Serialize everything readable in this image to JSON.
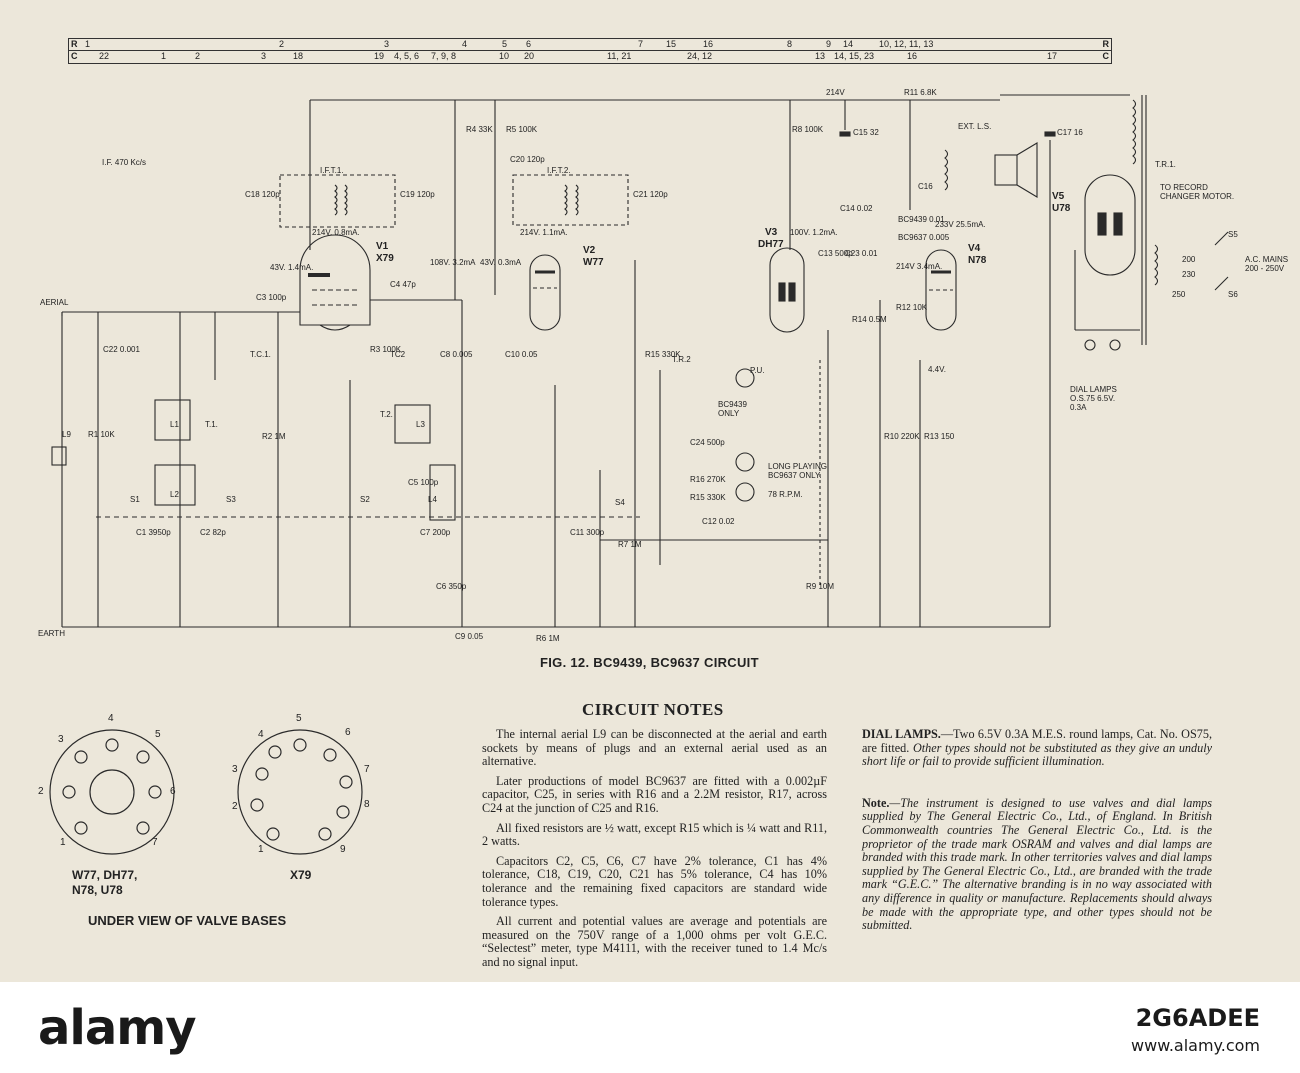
{
  "ref_bar": {
    "row1_label": "R",
    "row2_label": "C",
    "row1": [
      {
        "t": "1"
      },
      {
        "t": "2"
      },
      {
        "t": "3"
      },
      {
        "t": "4"
      },
      {
        "t": "5"
      },
      {
        "t": "6"
      },
      {
        "t": "7"
      },
      {
        "t": "15"
      },
      {
        "t": "16"
      },
      {
        "t": "8"
      },
      {
        "t": "9"
      },
      {
        "t": "14"
      },
      {
        "t": "10, 12, 11, 13"
      }
    ],
    "row2": [
      {
        "t": "22"
      },
      {
        "t": "1"
      },
      {
        "t": "2"
      },
      {
        "t": "3"
      },
      {
        "t": "18"
      },
      {
        "t": "19"
      },
      {
        "t": "4, 5, 6"
      },
      {
        "t": "7, 9, 8"
      },
      {
        "t": "10"
      },
      {
        "t": "20"
      },
      {
        "t": "11, 21"
      },
      {
        "t": "24, 12"
      },
      {
        "t": "13"
      },
      {
        "t": "14, 15, 23"
      },
      {
        "t": "16"
      },
      {
        "t": "17"
      }
    ]
  },
  "schematic": {
    "if_label": "I.F. 470 Kc/s",
    "aerial": "AERIAL",
    "earth": "EARTH",
    "ift1": "I.F.T.1.",
    "ift2": "I.F.T.2.",
    "tr1": "T.R.1.",
    "tr2": "T.R.2",
    "ext_ls": "EXT. L.S.",
    "record_changer": "TO RECORD CHANGER MOTOR.",
    "ac_mains": "A.C. MAINS 200 - 250V",
    "dial_lamps": "DIAL LAMPS O.S.75 6.5V. 0.3A",
    "long_playing": "LONG PLAYING BC9637 ONLY.",
    "rpm78": "78 R.P.M.",
    "bc9439_only": "BC9439 ONLY",
    "pu": "P.U.",
    "valves": [
      {
        "id": "V1",
        "type": "X79"
      },
      {
        "id": "V2",
        "type": "W77"
      },
      {
        "id": "V3",
        "type": "DH77"
      },
      {
        "id": "V4",
        "type": "N78"
      },
      {
        "id": "V5",
        "type": "U78"
      }
    ],
    "components": [
      "C18 120p",
      "C19 120p",
      "C20 120p",
      "C21 120p",
      "C3 100p",
      "C4 47p",
      "C22 0.001",
      "R4 33K",
      "R5 100K",
      "R8 100K",
      "C15 32",
      "C17 16",
      "R11 6.8K",
      "C16",
      "BC9439 0.01",
      "BC9637 0.005",
      "C14 0.02",
      "C13 500p",
      "C23 0.01",
      "R14 0.5M",
      "R12 10K",
      "R3 100K",
      "TC2",
      "C8 0.005",
      "C10 0.05",
      "R15 330K",
      "R1 10K",
      "L9",
      "R2 1M",
      "T.C.1.",
      "L1",
      "T.1.",
      "L2",
      "L3",
      "T.2.",
      "C5 100p",
      "L4",
      "S1",
      "S2",
      "S3",
      "S4",
      "S5",
      "S6",
      "C1 3950p",
      "C2 82p",
      "C7 200p",
      "C6 350p",
      "C9 0.05",
      "R6 1M",
      "C11 300p",
      "R7 1M",
      "C12 0.02",
      "C24 500p",
      "R16 270K",
      "R15 330K",
      "R9 10M",
      "R10 220K",
      "R13 150",
      "214V",
      "214V. 0.8mA.",
      "108V. 3.2mA",
      "43V. 1.4mA.",
      "214V. 1.1mA.",
      "43V. 0.3mA",
      "100V. 1.2mA.",
      "233V 25.5mA.",
      "214V 3.4mA.",
      "4.4V.",
      "200",
      "230",
      "250"
    ]
  },
  "figure_caption": "FIG. 12.  BC9439, BC9637 CIRCUIT",
  "valve_bases": {
    "left_label": "W77, DH77, N78, U78",
    "right_label": "X79",
    "caption": "UNDER VIEW OF VALVE BASES",
    "left_pins": [
      "1",
      "2",
      "3",
      "4",
      "5",
      "6",
      "7"
    ],
    "right_pins": [
      "1",
      "2",
      "3",
      "4",
      "5",
      "6",
      "7",
      "8",
      "9"
    ]
  },
  "notes": {
    "heading": "CIRCUIT NOTES",
    "paragraphs": [
      "The internal aerial L9 can be disconnected at the aerial and earth sockets by means of plugs and an external aerial used as an alternative.",
      "Later productions of model BC9637 are fitted with a 0.002µF capacitor, C25, in series with R16 and a 2.2M resistor, R17, across C24 at the junction of C25 and R16.",
      "All fixed resistors are ½ watt, except R15 which is ¼ watt and R11, 2 watts.",
      "Capacitors C2, C5, C6, C7 have 2% tolerance, C1 has 4% tolerance, C18, C19, C20, C21 has 5% tolerance, C4 has 10% tolerance and the remaining fixed capacitors are standard wide tolerance types.",
      "All current and potential values are average and potentials are measured on the 750V range of a 1,000 ohms per volt G.E.C. “Selectest” meter, type M4111, with the receiver tuned to 1.4 Mc/s and no signal input."
    ],
    "dial_lamps_head": "DIAL LAMPS.",
    "dial_lamps_body": "—Two 6.5V 0.3A M.E.S. round lamps, Cat. No. OS75, are fitted.",
    "dial_lamps_italic": "Other types should not be substituted as they give an unduly short life or fail to provide sufficient illumination.",
    "note_head": "Note.",
    "note_body": "—The instrument is designed to use valves and dial lamps supplied by The General Electric Co., Ltd., of England. In British Commonwealth countries The General Electric Co., Ltd. is the proprietor of the trade mark OSRAM and valves and dial lamps are branded with this trade mark. In other territories valves and dial lamps supplied by The General Electric Co., Ltd., are branded with the trade mark “G.E.C.” The alternative branding is in no way associated with any difference in quality or manufacture. Replacements should always be made with the appropriate type, and other types should not be submitted."
  },
  "watermark": {
    "logo": "alamy",
    "image_id": "2G6ADEE",
    "site": "www.alamy.com"
  }
}
